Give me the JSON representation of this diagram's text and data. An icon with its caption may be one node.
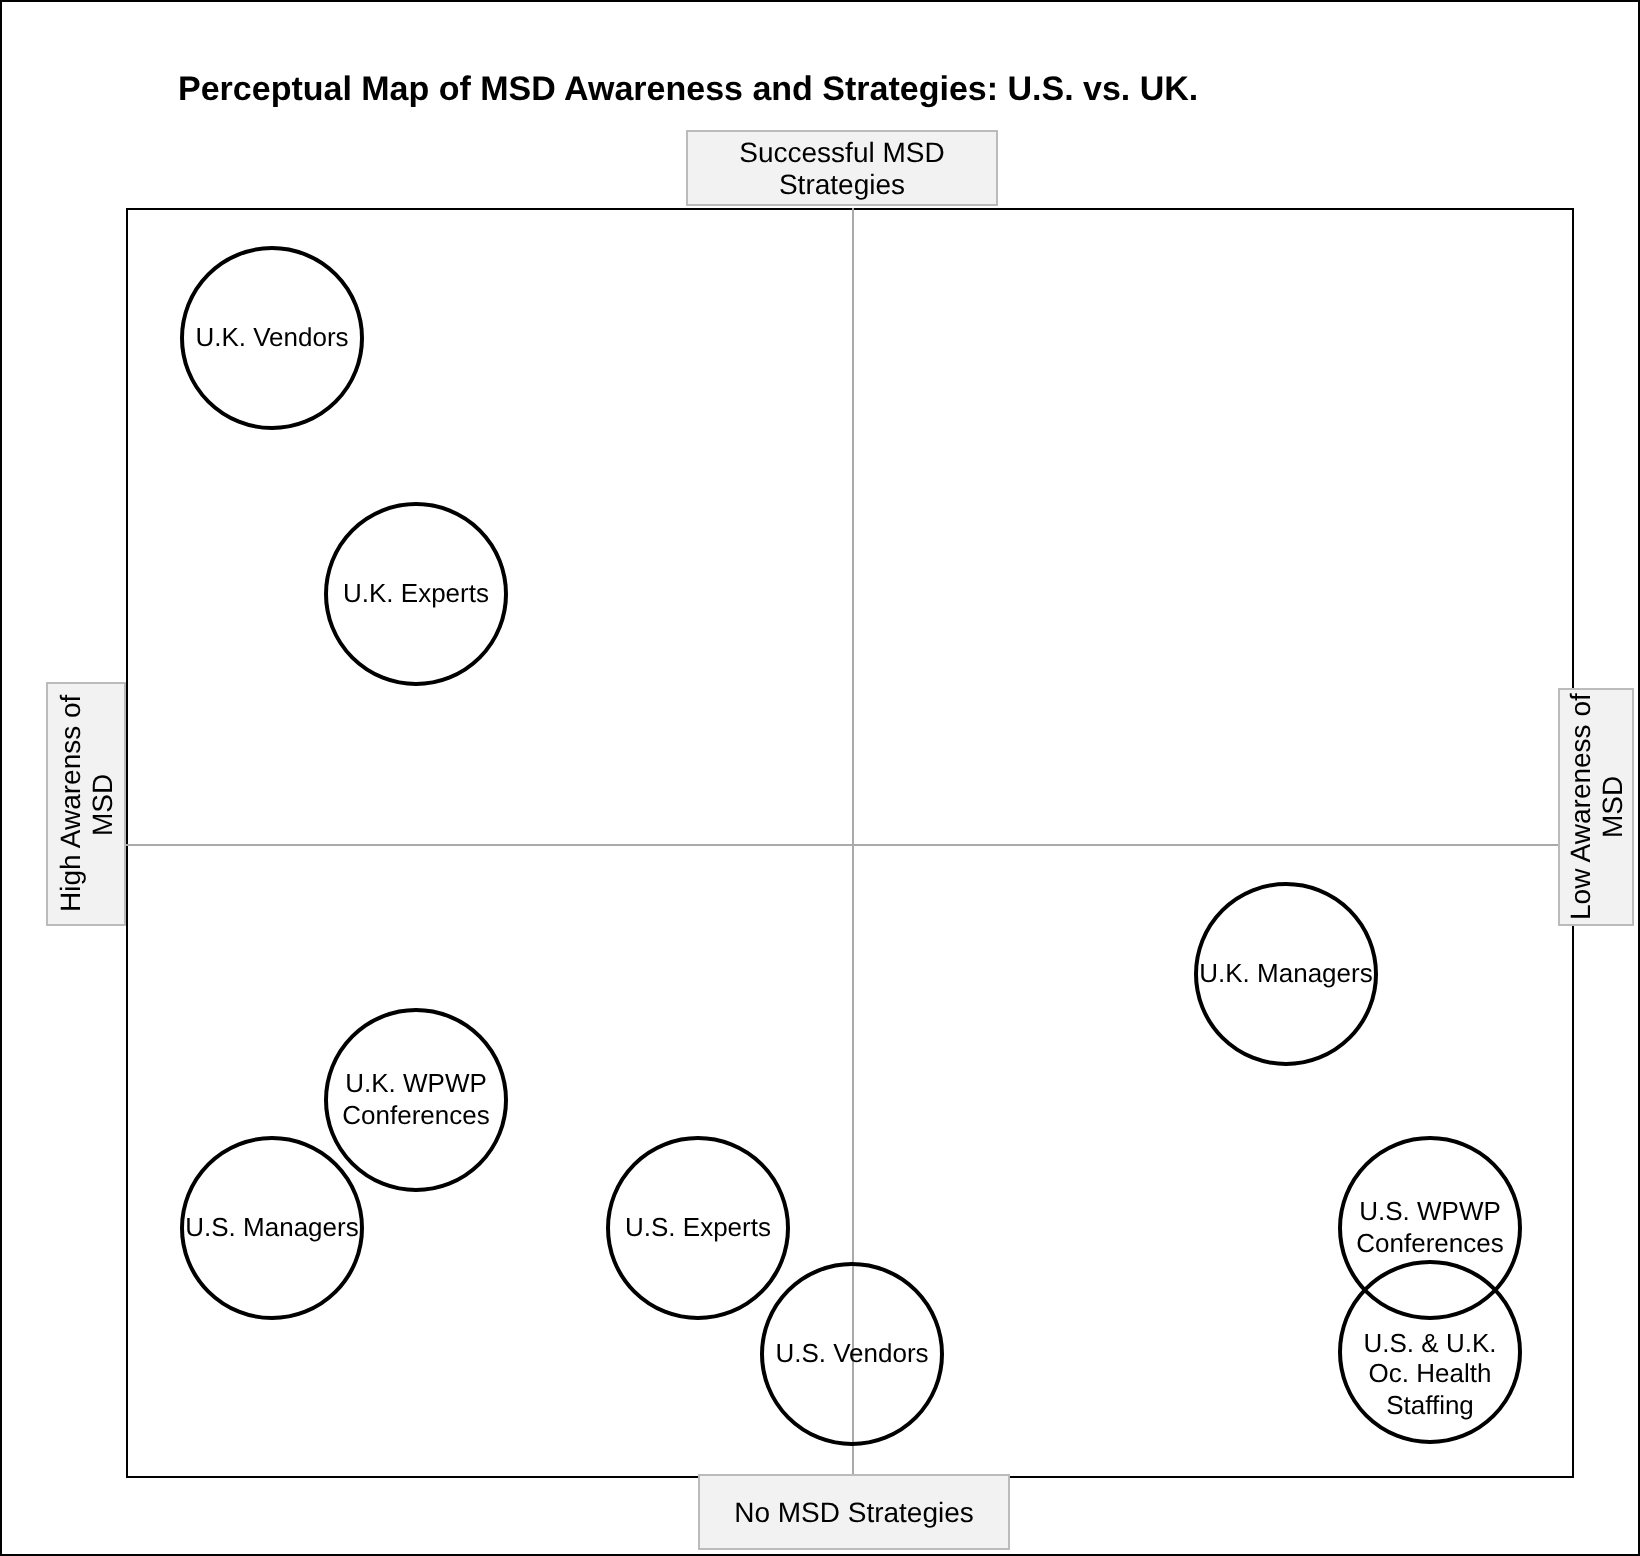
{
  "diagram": {
    "title": "Perceptual Map of MSD Awareness and Strategies: U.S. vs. UK.",
    "nodes": [
      {
        "text": [
          "Successful MSD Strategies"
        ]
      },
      {
        "text": [
          "U.K. Vendors"
        ]
      },
      {
        "text": [
          "U.K. Experts"
        ]
      },
      {
        "text": [
          "High Awarenss of MSD"
        ]
      },
      {
        "text": [
          "Low Awareness of MSD"
        ]
      },
      {
        "text": [
          "U.K. Managers"
        ]
      },
      {
        "text": [
          "U.K. WPWP Conferences"
        ]
      },
      {
        "text": [
          "U.S. Managers"
        ]
      },
      {
        "text": [
          "U.S. Experts"
        ]
      },
      {
        "text": [
          "U.S. WPWP Conferences"
        ]
      },
      {
        "text": [
          "U.S. Vendors"
        ]
      },
      {
        "text": [
          "U.S. & U.K. Oc. Health Staffing"
        ]
      },
      {
        "text": [
          "No MSD Strategies"
        ]
      }
    ],
    "edges": []
  }
}
